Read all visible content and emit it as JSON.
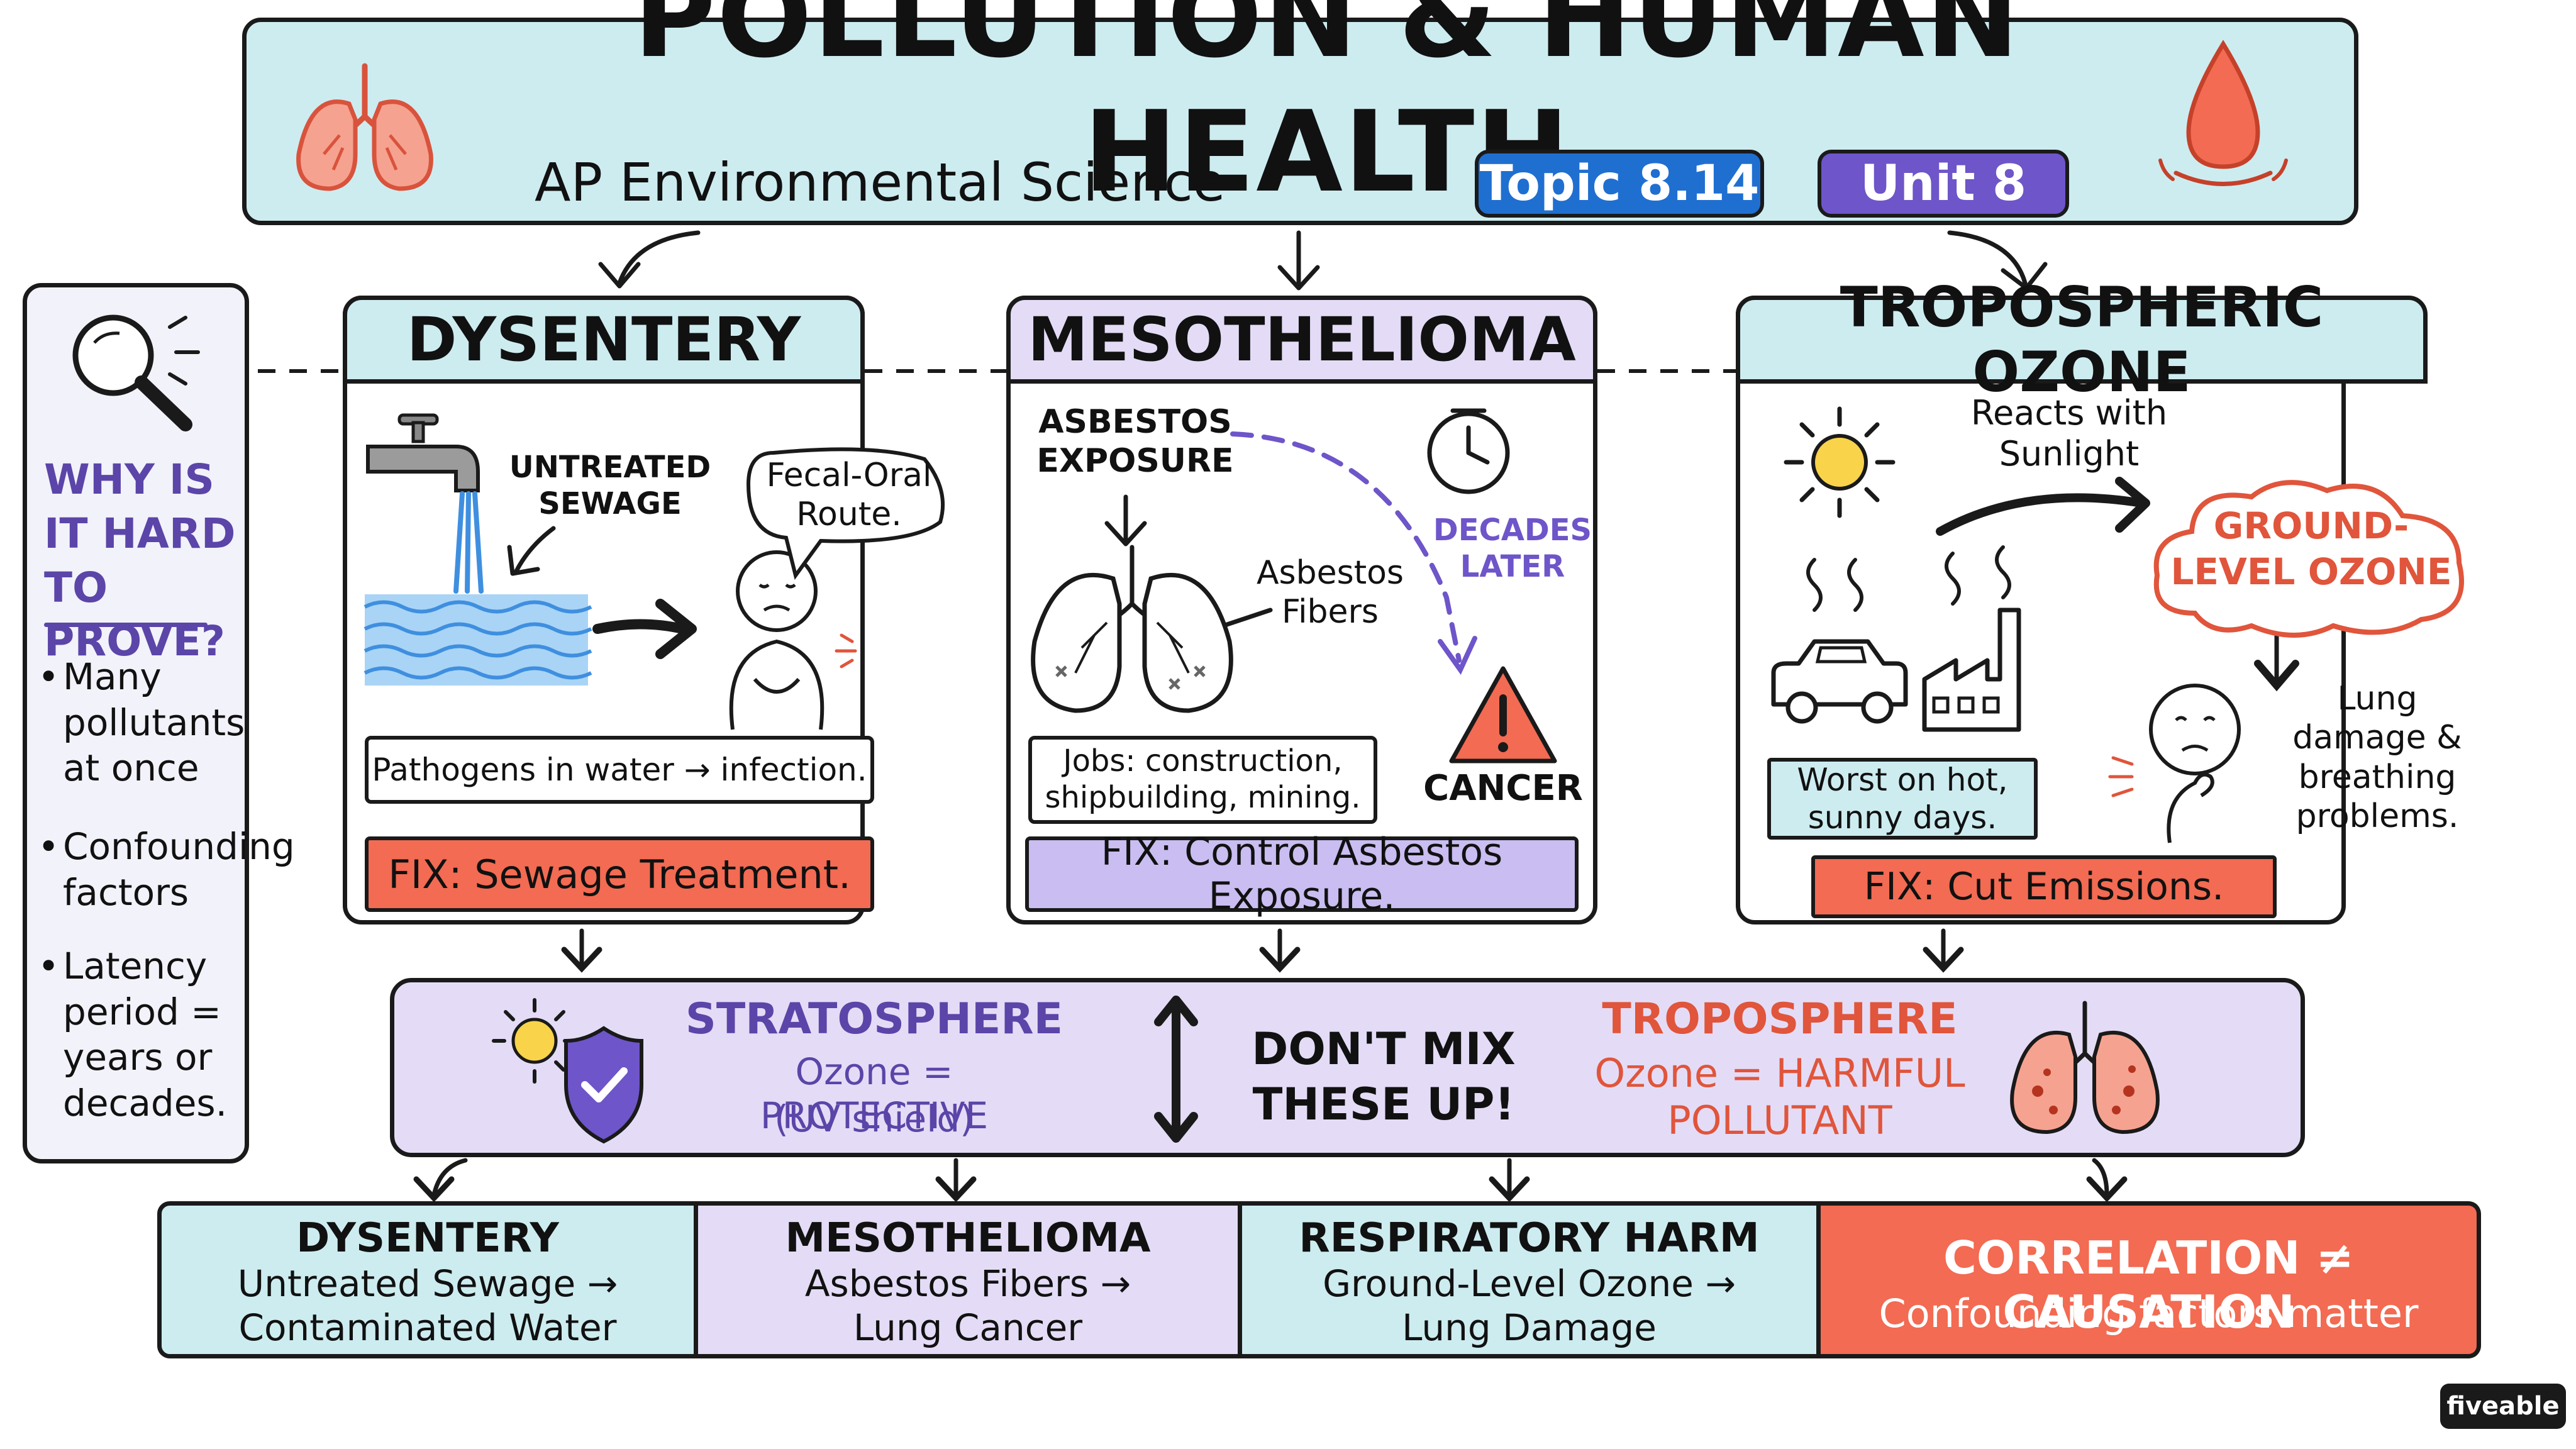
{
  "header": {
    "title": "POLLUTION & HUMAN HEALTH",
    "subtitle": "AP Environmental Science",
    "topic_badge": "Topic 8.14",
    "unit_badge": "Unit 8"
  },
  "sidebar": {
    "title": "WHY IS IT HARD TO PROVE?",
    "bullets": [
      "Many pollutants at once",
      "Confounding factors",
      "Latency period = years or decades."
    ]
  },
  "dysentery": {
    "title": "DYSENTERY",
    "label_sewage": "UNTREATED SEWAGE",
    "speech": "Fecal-Oral Route.",
    "caption": "Pathogens in water → infection.",
    "fix": "FIX: Sewage Treatment."
  },
  "mesothelioma": {
    "title": "MESOTHELIOMA",
    "label_exposure": "ASBESTOS EXPOSURE",
    "label_fibers": "Asbestos Fibers",
    "label_later": "DECADES LATER",
    "label_cancer": "CANCER",
    "caption": "Jobs: construction, shipbuilding, mining.",
    "fix": "FIX: Control Asbestos Exposure."
  },
  "ozone": {
    "title": "TROPOSPHERIC OZONE",
    "label_reacts": "Reacts with Sunlight",
    "cloud": "GROUND-LEVEL OZONE",
    "label_lung": "Lung damage & breathing problems.",
    "caption": "Worst on hot, sunny days.",
    "fix": "FIX: Cut Emissions."
  },
  "comparison": {
    "strat_title": "STRATOSPHERE",
    "strat_desc": "Ozone = PROTECTIVE",
    "strat_note": "(UV shield)",
    "middle": "DON'T MIX THESE UP!",
    "tropo_title": "TROPOSPHERE",
    "tropo_desc": "Ozone = HARMFUL",
    "tropo_note": "POLLUTANT"
  },
  "summary": [
    {
      "title": "DYSENTERY",
      "line1": "Untreated Sewage →",
      "line2": "Contaminated Water"
    },
    {
      "title": "MESOTHELIOMA",
      "line1": "Asbestos Fibers →",
      "line2": "Lung Cancer"
    },
    {
      "title": "RESPIRATORY HARM",
      "line1": "Ground-Level Ozone →",
      "line2": "Lung Damage"
    },
    {
      "title": "CORRELATION ≠ CAUSATION",
      "line1": "Confounding factors matter",
      "line2": ""
    }
  ],
  "brand": "fiveable",
  "colors": {
    "teal": "#cdecf0",
    "purple": "#e4dcf6",
    "red": "#f26b52",
    "blue_badge": "#1f6fd1",
    "purple_badge": "#6e55c9",
    "purple_text": "#5b45a8",
    "red_text": "#e0553b"
  }
}
